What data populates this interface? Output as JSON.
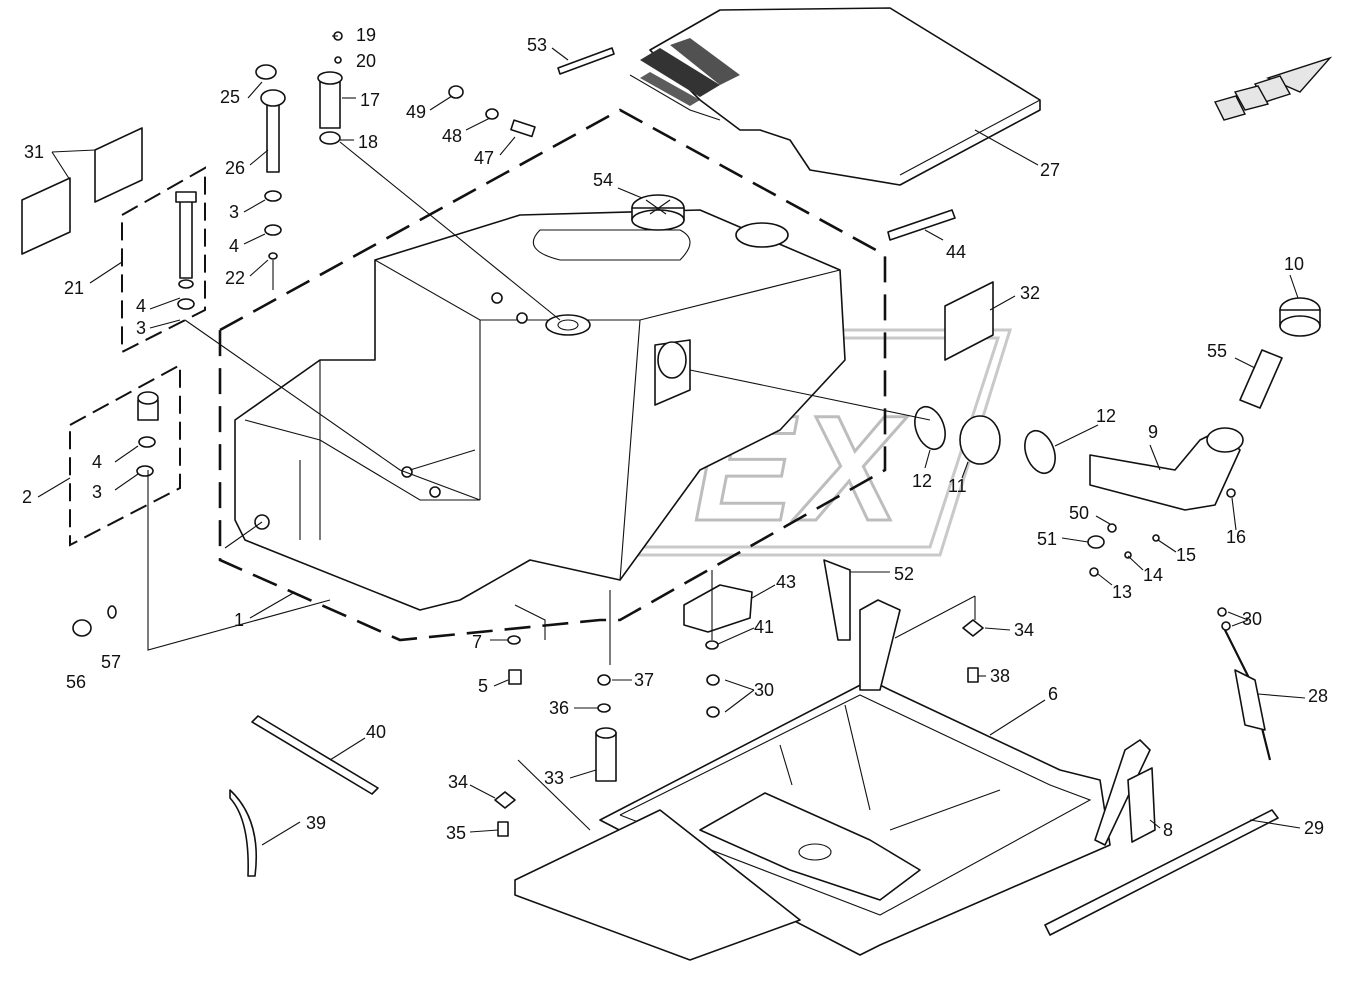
{
  "diagram": {
    "watermark": "OPEX",
    "callouts": [
      {
        "id": "c1",
        "text": "1"
      },
      {
        "id": "c2",
        "text": "2"
      },
      {
        "id": "c3a",
        "text": "3"
      },
      {
        "id": "c3b",
        "text": "3"
      },
      {
        "id": "c3c",
        "text": "3"
      },
      {
        "id": "c4a",
        "text": "4"
      },
      {
        "id": "c4b",
        "text": "4"
      },
      {
        "id": "c4c",
        "text": "4"
      },
      {
        "id": "c5",
        "text": "5"
      },
      {
        "id": "c6",
        "text": "6"
      },
      {
        "id": "c7",
        "text": "7"
      },
      {
        "id": "c8",
        "text": "8"
      },
      {
        "id": "c9",
        "text": "9"
      },
      {
        "id": "c10",
        "text": "10"
      },
      {
        "id": "c11",
        "text": "11"
      },
      {
        "id": "c12a",
        "text": "12"
      },
      {
        "id": "c12b",
        "text": "12"
      },
      {
        "id": "c13",
        "text": "13"
      },
      {
        "id": "c14",
        "text": "14"
      },
      {
        "id": "c15",
        "text": "15"
      },
      {
        "id": "c16",
        "text": "16"
      },
      {
        "id": "c17",
        "text": "17"
      },
      {
        "id": "c18",
        "text": "18"
      },
      {
        "id": "c19",
        "text": "19"
      },
      {
        "id": "c20",
        "text": "20"
      },
      {
        "id": "c21",
        "text": "21"
      },
      {
        "id": "c22",
        "text": "22"
      },
      {
        "id": "c25",
        "text": "25"
      },
      {
        "id": "c26",
        "text": "26"
      },
      {
        "id": "c27",
        "text": "27"
      },
      {
        "id": "c28",
        "text": "28"
      },
      {
        "id": "c29",
        "text": "29"
      },
      {
        "id": "c30a",
        "text": "30"
      },
      {
        "id": "c30b",
        "text": "30"
      },
      {
        "id": "c31",
        "text": "31"
      },
      {
        "id": "c32",
        "text": "32"
      },
      {
        "id": "c33",
        "text": "33"
      },
      {
        "id": "c34a",
        "text": "34"
      },
      {
        "id": "c34b",
        "text": "34"
      },
      {
        "id": "c35",
        "text": "35"
      },
      {
        "id": "c36",
        "text": "36"
      },
      {
        "id": "c37",
        "text": "37"
      },
      {
        "id": "c38",
        "text": "38"
      },
      {
        "id": "c39",
        "text": "39"
      },
      {
        "id": "c40",
        "text": "40"
      },
      {
        "id": "c41",
        "text": "41"
      },
      {
        "id": "c43",
        "text": "43"
      },
      {
        "id": "c44",
        "text": "44"
      },
      {
        "id": "c47",
        "text": "47"
      },
      {
        "id": "c48",
        "text": "48"
      },
      {
        "id": "c49",
        "text": "49"
      },
      {
        "id": "c50",
        "text": "50"
      },
      {
        "id": "c51",
        "text": "51"
      },
      {
        "id": "c52",
        "text": "52"
      },
      {
        "id": "c53",
        "text": "53"
      },
      {
        "id": "c54",
        "text": "54"
      },
      {
        "id": "c55",
        "text": "55"
      },
      {
        "id": "c56",
        "text": "56"
      },
      {
        "id": "c57",
        "text": "57"
      }
    ]
  }
}
